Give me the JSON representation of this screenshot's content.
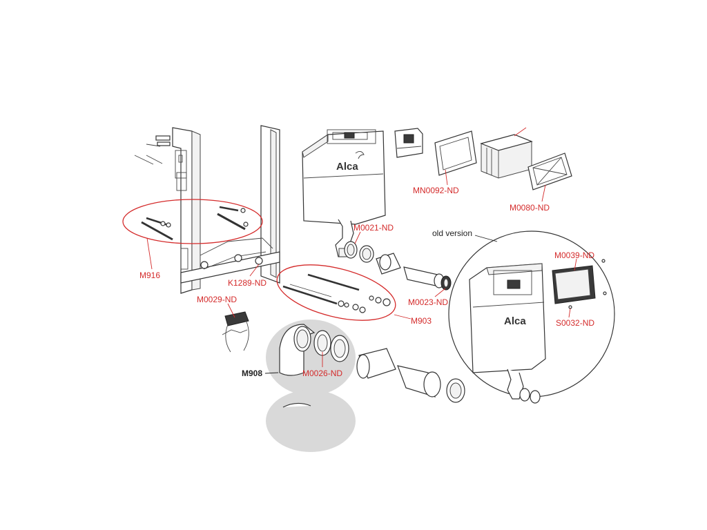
{
  "brand": "Alca",
  "colors": {
    "label": "#d42a2a",
    "highlight": "#d42a2a",
    "line": "#333333",
    "shade": "#d9d9d9"
  },
  "labels": {
    "m916": "M916",
    "k1289": "K1289-ND",
    "m0021": "M0021-ND",
    "mn0092": "MN0092-ND",
    "m0080": "M0080-ND",
    "m0029": "M0029-ND",
    "m903": "M903",
    "m0023": "M0023-ND",
    "m908": "M908",
    "m0026": "M0026-ND",
    "old_version": "old version",
    "m0039": "M0039-ND",
    "s0032": "S0032-ND"
  }
}
